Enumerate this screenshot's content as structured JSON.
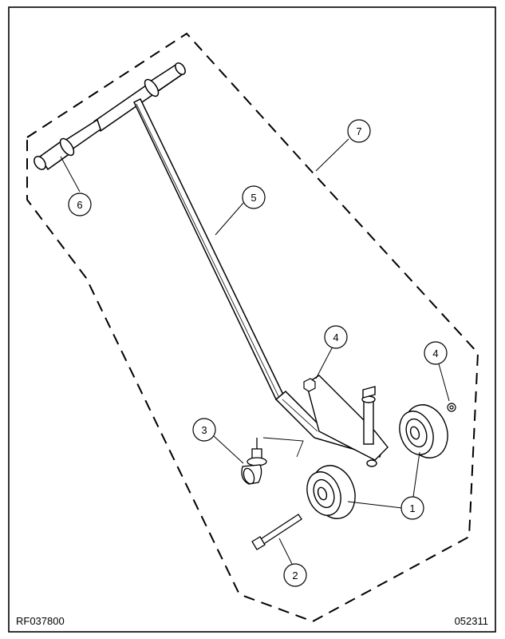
{
  "figure": {
    "doc_id": "RF037800",
    "date_code": "052311"
  },
  "callouts": [
    {
      "label": "1",
      "part": "wheel"
    },
    {
      "label": "1",
      "part": "wheel"
    },
    {
      "label": "2",
      "part": "axle-bolt"
    },
    {
      "label": "3",
      "part": "caster"
    },
    {
      "label": "4",
      "part": "nut"
    },
    {
      "label": "4",
      "part": "nut"
    },
    {
      "label": "5",
      "part": "handle-frame"
    },
    {
      "label": "6",
      "part": "grip"
    },
    {
      "label": "7",
      "part": "kit-boundary"
    }
  ],
  "colors": {
    "line": "#000000",
    "background": "#ffffff"
  }
}
